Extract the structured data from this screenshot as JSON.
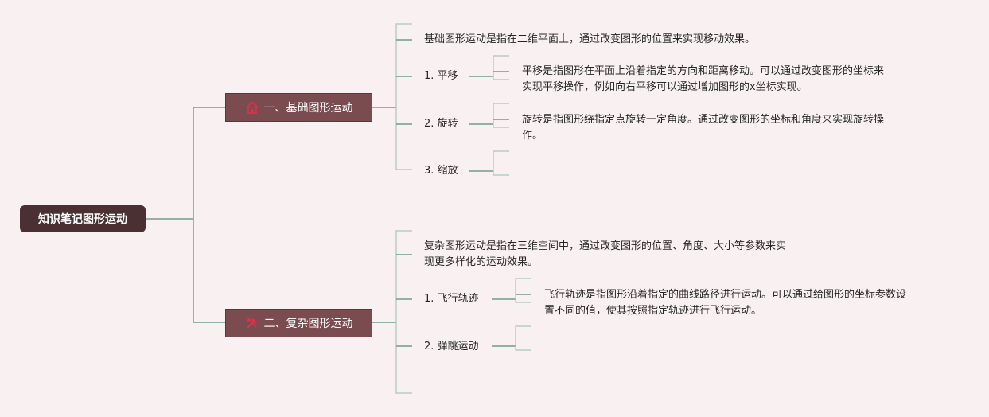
{
  "root": {
    "label": "知识笔记图形运动"
  },
  "topics": [
    {
      "label": "一、基础图形运动",
      "icon": "house-icon",
      "intro": "基础图形运动是指在二维平面上，通过改变图形的位置来实现移动效果。",
      "items": [
        {
          "label": "1. 平移",
          "detail_lines": [
            "平移是指图形在平面上沿着指定的方向和距离移动。可以通过改变图形的坐标来",
            "实现平移操作，例如向右平移可以通过增加图形的x坐标实现。"
          ]
        },
        {
          "label": "2. 旋转",
          "detail_lines": [
            "旋转是指图形绕指定点旋转一定角度。通过改变图形的坐标和角度来实现旋转操",
            "作。"
          ]
        },
        {
          "label": "3. 缩放",
          "detail_lines": []
        }
      ]
    },
    {
      "label": "二、复杂图形运动",
      "icon": "tools-icon",
      "intro_lines": [
        "复杂图形运动是指在三维空间中，通过改变图形的位置、角度、大小等参数来实",
        "现更多样化的运动效果。"
      ],
      "items": [
        {
          "label": "1. 飞行轨迹",
          "detail_lines": [
            "飞行轨迹是指图形沿着指定的曲线路径进行运动。可以通过给图形的坐标参数设",
            "置不同的值，使其按照指定轨迹进行飞行运动。"
          ]
        },
        {
          "label": "2. 弹跳运动",
          "detail_lines": []
        }
      ]
    }
  ],
  "colors": {
    "background": "#f9f1f1",
    "root_fill": "#4a3032",
    "topic_fill": "#7a4c50",
    "connector": "#6e9a93",
    "icon": "#e0304a"
  }
}
